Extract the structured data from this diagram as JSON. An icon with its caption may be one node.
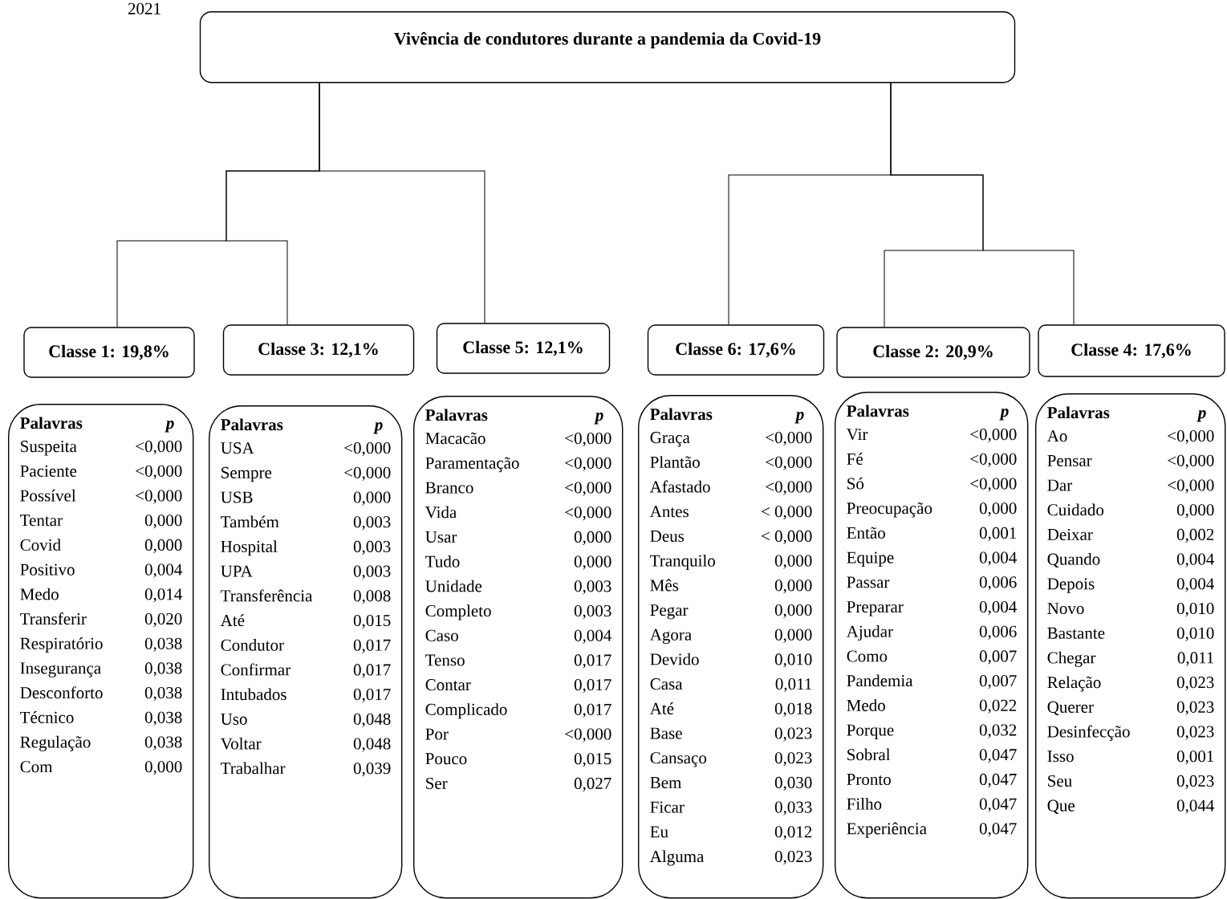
{
  "diagram": {
    "nodes": [
      {
        "text": [
          "Vivência de condutores durante a pandemia da Covid-19"
        ]
      },
      {
        "text": [
          "Classe 1: 19,8%"
        ]
      },
      {
        "text": [
          "Classe 3: 12,1%"
        ]
      },
      {
        "text": [
          "Classe 5: 12,1%"
        ]
      },
      {
        "text": [
          "Classe 6: 17,6%"
        ]
      },
      {
        "text": [
          "Classe 2: 20,9%"
        ]
      },
      {
        "text": [
          "Classe 4: 17,6%"
        ]
      },
      {
        "text": [
          "Palavras",
          "p",
          "Suspeita",
          "<0,000",
          "Paciente",
          "<0,000",
          "Possível",
          "<0,000",
          "Tentar",
          "0,000",
          "Covid",
          "0,000",
          "Positivo",
          "0,004",
          "Medo",
          "0,014",
          "Transferir",
          "0,020",
          "Respiratório",
          "0,038",
          "Insegurança",
          "0,038",
          "Desconforto",
          "0,038",
          "Técnico",
          "0,038",
          "Regulação",
          "0,038",
          "Com",
          "0,000"
        ]
      },
      {
        "text": [
          "Palavras",
          "p",
          "USA",
          "<0,000",
          "Sempre",
          "<0,000",
          "USB",
          "0,000",
          "Também",
          "0,003",
          "Hospital",
          "0,003",
          "UPA",
          "0,003",
          "Transferência",
          "0,008",
          "Até",
          "0,015",
          "Condutor",
          "0,017",
          "Confirmar",
          "0,017",
          "Intubados",
          "0,017",
          "Uso",
          "0,048",
          "Voltar",
          "0,048",
          "Trabalhar",
          "0,039"
        ]
      },
      {
        "text": [
          "Palavras",
          "p",
          "Macacão",
          "<0,000",
          "Paramentação",
          "<0,000",
          "Branco",
          "<0,000",
          "Vida",
          "<0,000",
          "Usar",
          "0,000",
          "Tudo",
          "0,000",
          "Unidade",
          "0,003",
          "Completo",
          "0,003",
          "Caso",
          "0,004",
          "Tenso",
          "0,017",
          "Contar",
          "0,017",
          "Complicado",
          "0,017",
          "Por",
          "<0,000",
          "Pouco",
          "0,015",
          "Ser",
          "0,027"
        ]
      },
      {
        "text": [
          "Palavras",
          "p",
          "Graça",
          "<0,000",
          "Plantão",
          "<0,000",
          "Afastado",
          "<0,000",
          "Antes",
          "< 0,000",
          "Deus",
          "< 0,000",
          "Tranquilo",
          "0,000",
          "Mês",
          "0,000",
          "Pegar",
          "0,000",
          "Agora",
          "0,000",
          "Devido",
          "0,010",
          "Casa",
          "0,011",
          "Até",
          "0,018",
          "Base",
          "0,023",
          "Cansaço",
          "0,023",
          "Bem",
          "0,030",
          "Ficar",
          "0,033",
          "Eu",
          "0,012",
          "Alguma",
          "0,023"
        ]
      },
      {
        "text": [
          "Palavras",
          "p",
          "Vir",
          "<0,000",
          "Fé",
          "<0,000",
          "Só",
          "<0,000",
          "Preocupação",
          "0,000",
          "Então",
          "0,001",
          "Equipe",
          "0,004",
          "Passar",
          "0,006",
          "Preparar",
          "0,004",
          "Ajudar",
          "0,006",
          "Como",
          "0,007",
          "Pandemia",
          "0,007",
          "Medo",
          "0,022",
          "Porque",
          "0,032",
          "Sobral",
          "0,047",
          "Pronto",
          "0,047",
          "Filho",
          "0,047",
          "Experiência",
          "0,047"
        ]
      },
      {
        "text": [
          "Palavras",
          "p",
          "Ao",
          "<0,000",
          "Pensar",
          "<0,000",
          "Dar",
          "<0,000",
          "Cuidado",
          "0,000",
          "Deixar",
          "0,002",
          "Quando",
          "0,004",
          "Depois",
          "0,004",
          "Novo",
          "0,010",
          "Bastante",
          "0,010",
          "Chegar",
          "0,011",
          "Relação",
          "0,023",
          "Querer",
          "0,023",
          "Desinfecção",
          "0,023",
          "Isso",
          "0,001",
          "Seu",
          "0,023",
          "Que",
          "0,044"
        ]
      }
    ],
    "edges": [
      {
        "from": 0,
        "to": 1,
        "arrow": "none"
      },
      {
        "from": 0,
        "to": 2,
        "arrow": "none"
      },
      {
        "from": 0,
        "to": 3,
        "arrow": "none"
      },
      {
        "from": 0,
        "to": 4,
        "arrow": "none"
      },
      {
        "from": 0,
        "to": 5,
        "arrow": "none"
      },
      {
        "from": 0,
        "to": 6,
        "arrow": "none"
      }
    ],
    "labels": [
      "2021"
    ]
  }
}
